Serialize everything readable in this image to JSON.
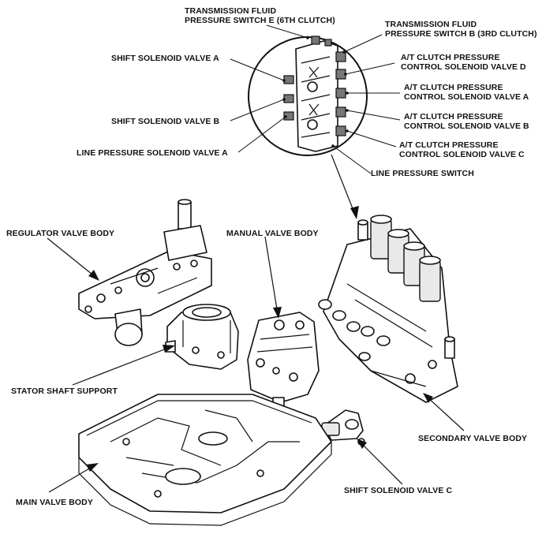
{
  "labels": {
    "tfps_e": "TRANSMISSION FLUID\nPRESSURE SWITCH E (6TH CLUTCH)",
    "tfps_b": "TRANSMISSION FLUID\nPRESSURE SWITCH B (3RD CLUTCH)",
    "shift_sol_a": "SHIFT SOLENOID VALVE A",
    "atc_d": "A/T CLUTCH PRESSURE\nCONTROL SOLENOID VALVE D",
    "atc_a": "A/T CLUTCH PRESSURE\nCONTROL SOLENOID VALVE A",
    "shift_sol_b": "SHIFT SOLENOID VALVE B",
    "atc_b": "A/T CLUTCH PRESSURE\nCONTROL SOLENOID VALVE B",
    "line_pressure_sol_a": "LINE PRESSURE SOLENOID VALVE A",
    "atc_c": "A/T CLUTCH PRESSURE\nCONTROL SOLENOID VALVE C",
    "line_pressure_switch": "LINE PRESSURE SWITCH",
    "regulator_valve_body": "REGULATOR VALVE BODY",
    "manual_valve_body": "MANUAL VALVE BODY",
    "stator_shaft_support": "STATOR SHAFT SUPPORT",
    "secondary_valve_body": "SECONDARY VALVE BODY",
    "main_valve_body": "MAIN VALVE BODY",
    "shift_sol_c": "SHIFT SOLENOID VALVE C"
  },
  "colors": {
    "ink": "#111111",
    "paper": "#ffffff"
  }
}
